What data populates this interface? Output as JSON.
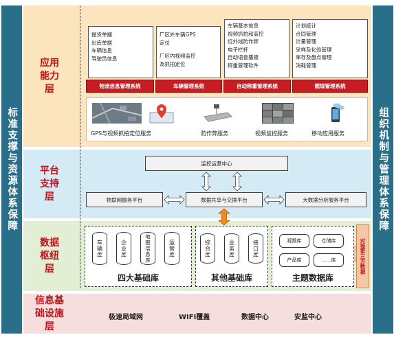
{
  "left_sidebar": "标准支撑与资源体系保障",
  "right_sidebar": "组织机制与管理体系保障",
  "layers": {
    "app": "应用能力层",
    "platform": "平台支持层",
    "data": "数据枢纽层",
    "infra": "信息基础设施层"
  },
  "app_text_boxes": [
    [
      "提货单据",
      "出库单据",
      "车辆信息",
      "驾驶员信息"
    ],
    [
      "厂区外车辆GPS",
      "定位",
      "",
      "厂区内视频监控",
      "及抓拍定位"
    ],
    [
      "车辆基本信息",
      "视频抓拍和监控",
      "红外线防作弊",
      "电子栏杆",
      "自动语音播报",
      "称重管理软件"
    ],
    [
      "计划统计",
      "合同管理",
      "计量管理",
      "采样及化验管理",
      "库存及盘点管理",
      "消耗管理"
    ]
  ],
  "app_systems": [
    "物流信息管理系统",
    "车辆管理系统",
    "自动称重管理系统",
    "燃煤管理系统"
  ],
  "app_services": [
    "GPS与视频抓拍定位服务",
    "防作弊服务",
    "视频监控服务",
    "移动应用服务"
  ],
  "platform": {
    "center": "监控运营中心",
    "iot": "物联网服务平台",
    "share": "数据共享与交换平台",
    "bigdata": "大数据分析服务平台"
  },
  "databases": {
    "basic": {
      "name": "四大基础库",
      "items": [
        "车辆库",
        "企业库",
        "地图信息库",
        "运营库"
      ]
    },
    "other": {
      "name": "其他基础库",
      "items": [
        "综合库",
        "业务库",
        "接口库"
      ]
    },
    "topic": {
      "name": "主题数据库",
      "items": [
        "视频库",
        "仓储库",
        "产品库",
        "……库"
      ]
    },
    "third_party": "对接第三方数据"
  },
  "infra_items": [
    "极速局域网",
    "WIFI覆盖",
    "数据中心",
    "安监中心"
  ],
  "colors": {
    "sidebar": "#2a6f8a",
    "app_bg": "#fce5bc",
    "platform_bg": "#d4eaf5",
    "data_bg": "#e2efd4",
    "infra_bg": "#f6dede",
    "label_red": "#c0121a",
    "system_red": "#c71c22"
  }
}
